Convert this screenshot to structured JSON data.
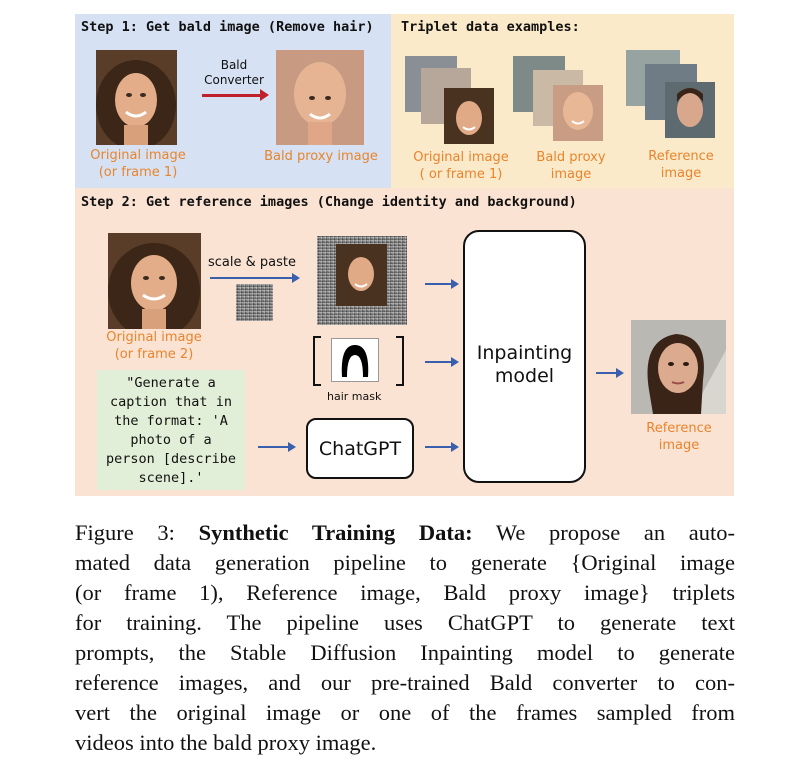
{
  "step1": {
    "title": "Step 1: Get bald image (Remove hair)",
    "converter_line1": "Bald",
    "converter_line2": "Converter",
    "original_line1": "Original image",
    "original_line2": "(or frame 1)",
    "bald_label": "Bald proxy image"
  },
  "triplet": {
    "title": "Triplet data examples:",
    "original_line1": "Original image",
    "original_line2": "( or frame 1)",
    "bald_line1": "Bald proxy",
    "bald_line2": "image",
    "reference_line1": "Reference",
    "reference_line2": "image"
  },
  "step2": {
    "title": "Step 2: Get reference images (Change identity and background)",
    "scale_paste": "scale & paste",
    "original_line1": "Original image",
    "original_line2": "(or frame 2)",
    "hair_mask": "hair mask",
    "prompt_lines": [
      "\"Generate a",
      "caption that in",
      "the format: 'A",
      "photo of a",
      "person [describe",
      "scene].'"
    ],
    "chatgpt": "ChatGPT",
    "inpaint_line1": "Inpainting",
    "inpaint_line2": "model",
    "reference_line1": "Reference",
    "reference_line2": "image"
  },
  "caption": {
    "lines": [
      {
        "pre": "Figure 3: ",
        "bold": "Synthetic Training Data:",
        "post": " We propose an auto-"
      },
      {
        "pre": "mated data generation pipeline to generate {Original image",
        "bold": "",
        "post": ""
      },
      {
        "pre": "(or frame 1), Reference image, Bald proxy image} triplets",
        "bold": "",
        "post": ""
      },
      {
        "pre": "for training. The pipeline uses ChatGPT to generate text",
        "bold": "",
        "post": ""
      },
      {
        "pre": "prompts, the Stable Diffusion Inpainting model to generate",
        "bold": "",
        "post": ""
      },
      {
        "pre": "reference images, and our pre-trained Bald converter to con-",
        "bold": "",
        "post": ""
      },
      {
        "pre": "vert the original image or one of the frames sampled from",
        "bold": "",
        "post": ""
      },
      {
        "pre": "videos into the bald proxy image.",
        "bold": "",
        "post": ""
      }
    ]
  },
  "colors": {
    "panel_blue": "#d6e2f4",
    "panel_yellow": "#fbeac9",
    "panel_pink": "#fbe3d3",
    "orange_label": "#e8842c",
    "red_arrow": "#c0202a",
    "blue_arrow": "#3a5fad",
    "prompt_box": "#e2efd8"
  }
}
